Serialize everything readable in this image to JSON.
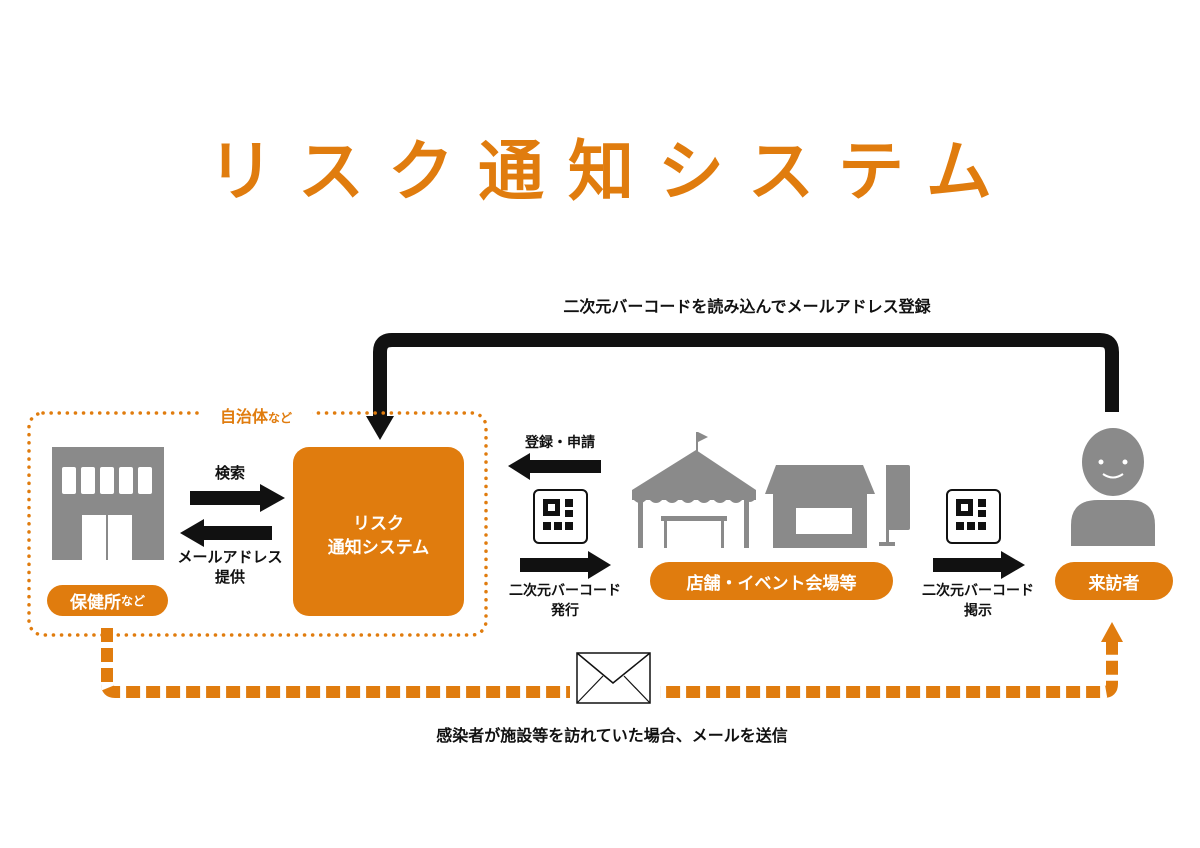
{
  "title": "リスク通知システム",
  "top_flow_label": "二次元バーコードを読み込んでメールアドレス登録",
  "municipality": {
    "label": "自治体",
    "suffix": "など"
  },
  "health_center": {
    "label": "保健所",
    "suffix": "など"
  },
  "search_label": "検索",
  "provide_label_1": "メールアドレス",
  "provide_label_2": "提供",
  "system_box": {
    "line1": "リスク",
    "line2": "通知システム"
  },
  "register_label": "登録・申請",
  "issue_label_1": "二次元バーコード",
  "issue_label_2": "発行",
  "venue_label": "店舗・イベント会場等",
  "display_label_1": "二次元バーコード",
  "display_label_2": "掲示",
  "visitor_label": "来訪者",
  "bottom_flow_label": "感染者が施設等を訪れていた場合、メールを送信",
  "colors": {
    "accent": "#E07C0E",
    "icon_gray": "#8A8A8A",
    "arrow": "#111111"
  }
}
